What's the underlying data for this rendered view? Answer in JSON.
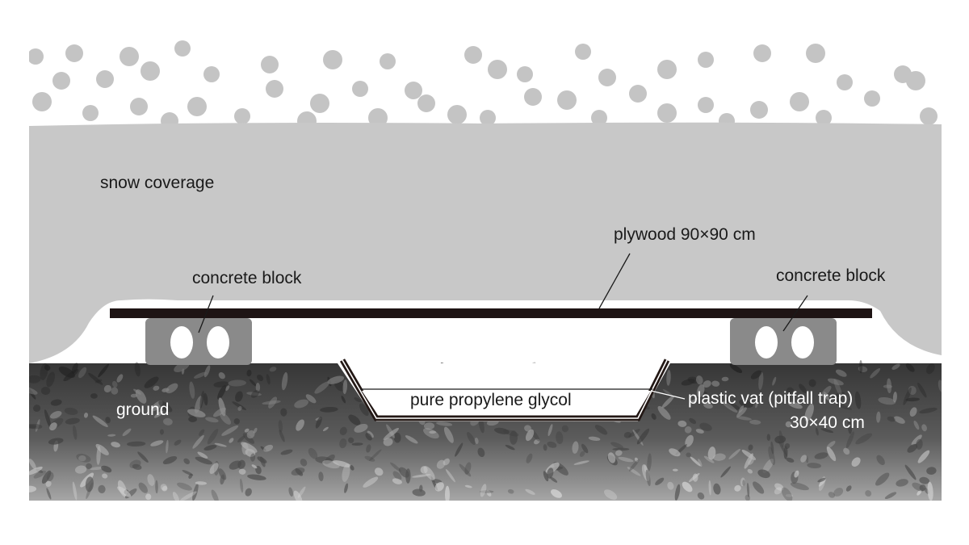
{
  "labels": {
    "snow_coverage": "snow coverage",
    "plywood": "plywood 90×90 cm",
    "concrete_block_left": "concrete block",
    "concrete_block_right": "concrete block",
    "ground": "ground",
    "propylene_glycol": "pure propylene glycol",
    "plastic_vat": "plastic vat (pitfall trap)",
    "vat_size": "30×40 cm"
  },
  "colors": {
    "snow": "#c8c8c8",
    "snowflake": "#c4c4c4",
    "ground_top": "#3a3a3a",
    "ground_bottom": "#a8a8a8",
    "plywood": "#1e1414",
    "block": "#8a8a8a",
    "vat": "#231815"
  }
}
